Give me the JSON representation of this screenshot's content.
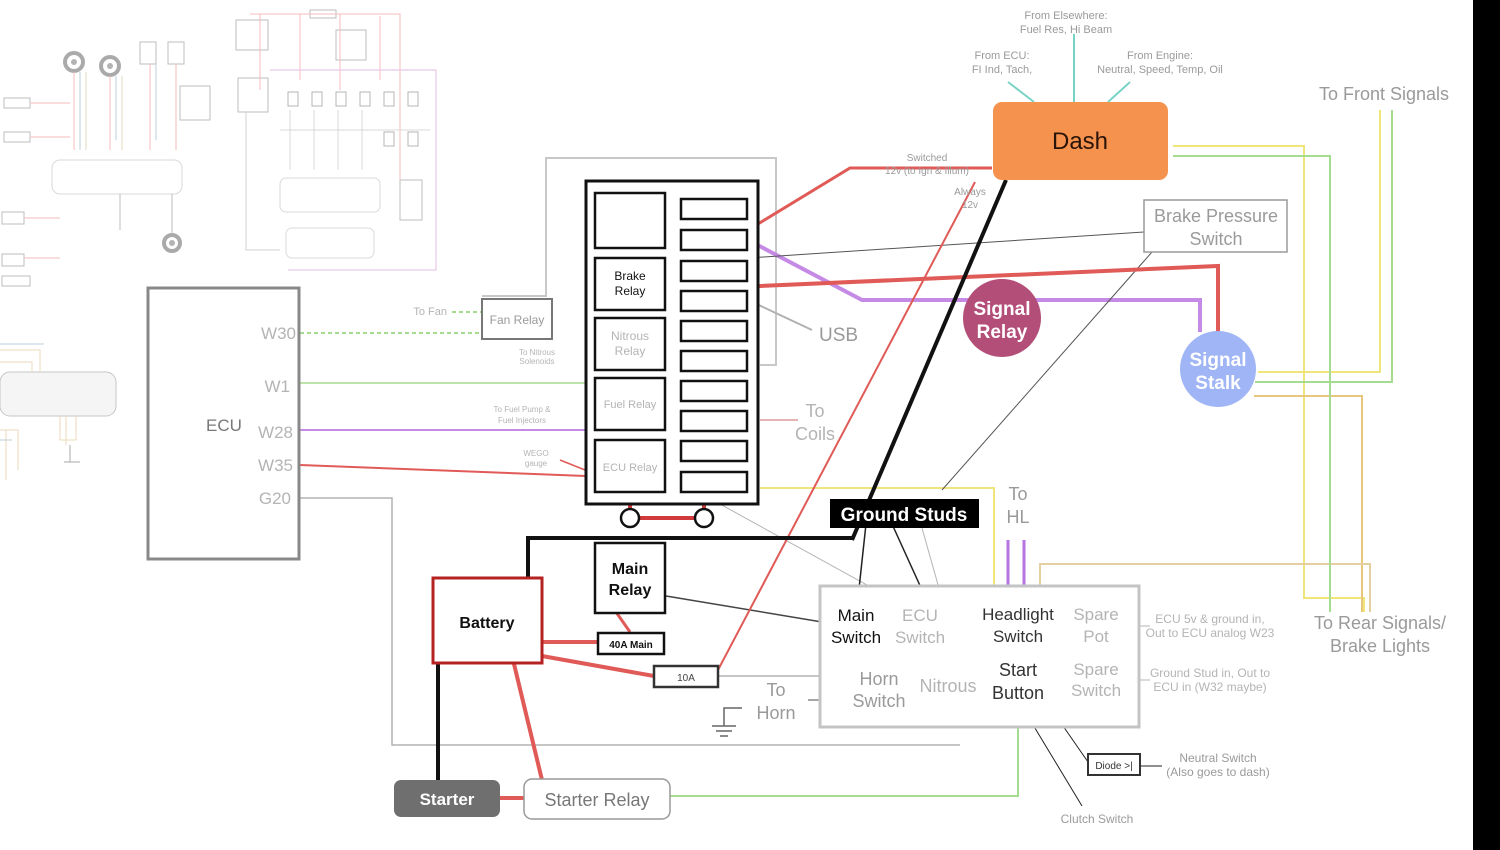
{
  "dash": {
    "label": "Dash",
    "elsewhere": [
      "From Elsewhere:",
      "Fuel Res, Hi Beam"
    ],
    "ecu": [
      "From ECU:",
      "FI Ind, Tach,"
    ],
    "engine": [
      "From Engine:",
      "Neutral, Speed, Temp, Oil"
    ],
    "switched": [
      "Switched",
      "12v (to Ign & Illum)"
    ],
    "always": [
      "Always",
      "12v"
    ]
  },
  "front_signals": "To Front Signals",
  "rear_signals": [
    "To Rear Signals/",
    "Brake Lights"
  ],
  "brake_pressure_switch": [
    "Brake Pressure",
    "Switch"
  ],
  "signal_relay": [
    "Signal",
    "Relay"
  ],
  "signal_stalk": [
    "Signal",
    "Stalk"
  ],
  "usb": "USB",
  "coils": [
    "To",
    "Coils"
  ],
  "fuse_box": {
    "brake_relay": [
      "Brake",
      "Relay"
    ],
    "nitrous_relay": [
      "Nitrous",
      "Relay"
    ],
    "fuel_relay": "Fuel Relay",
    "ecu_relay": "ECU Relay"
  },
  "fan_relay": "Fan Relay",
  "to_fan": "To Fan",
  "to_nitrous": [
    "To Nitrous",
    "Solenoids"
  ],
  "to_fuel_pump": [
    "To Fuel Pump &",
    "Fuel Injectors"
  ],
  "wego": [
    "WEGO",
    "gauge"
  ],
  "ecu": {
    "label": "ECU",
    "pins": [
      "W30",
      "W1",
      "W28",
      "W35",
      "G20"
    ]
  },
  "ground_studs": "Ground Studs",
  "to_hl": [
    "To",
    "HL"
  ],
  "main_relay": [
    "Main",
    "Relay"
  ],
  "battery": "Battery",
  "fuse_40a": "40A Main",
  "fuse_10a": "10A",
  "to_horn": [
    "To",
    "Horn"
  ],
  "switches": {
    "main": [
      "Main",
      "Switch"
    ],
    "ecu": [
      "ECU",
      "Switch"
    ],
    "headlight": [
      "Headlight",
      "Switch"
    ],
    "spare_pot": [
      "Spare",
      "Pot"
    ],
    "horn": [
      "Horn",
      "Switch"
    ],
    "nitrous": "Nitrous",
    "start": [
      "Start",
      "Button"
    ],
    "spare_switch": [
      "Spare",
      "Switch"
    ]
  },
  "spare_pot_note": [
    "ECU 5v & ground in,",
    "Out to ECU analog W23"
  ],
  "spare_switch_note": [
    "Ground Stud in, Out to",
    "ECU in (W32 maybe)"
  ],
  "diode": "Diode >|",
  "neutral_switch": [
    "Neutral Switch",
    "(Also goes to dash)"
  ],
  "clutch_switch": "Clutch Switch",
  "starter": "Starter",
  "starter_relay": "Starter Relay",
  "colors": {
    "red": "#e05a57",
    "dash_orange": "#f5924e",
    "signal_relay": "#b34e78",
    "signal_stalk": "#9fb5f5",
    "purple": "#c58ae6",
    "yellow": "#efe57a",
    "green": "#a6dc8f",
    "battery_red": "#b52222",
    "starter_gray": "#6f6f6f"
  }
}
